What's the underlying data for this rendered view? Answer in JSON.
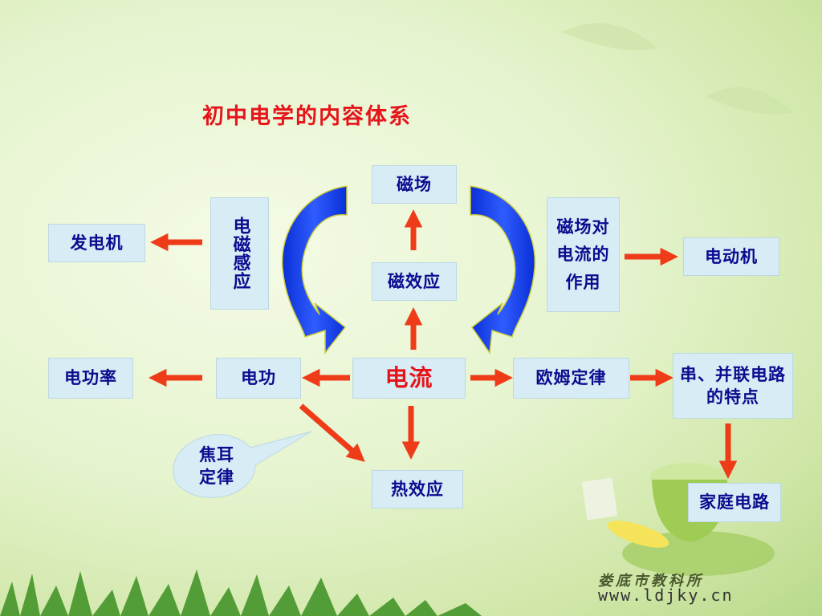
{
  "title": "初中电学的内容体系",
  "nodes": {
    "magnetic_field": "磁场",
    "magnetic_effect": "磁效应",
    "electromagnetic_induction": "电磁感应",
    "generator": "发电机",
    "field_on_current": "磁场对电流的作用",
    "motor": "电动机",
    "current": "电流",
    "work": "电功",
    "power": "电功率",
    "ohms_law": "欧姆定律",
    "series_parallel": "串、并联电路的特点",
    "household": "家庭电路",
    "heat_effect": "热效应",
    "joule_law": "焦耳定律"
  },
  "footer": {
    "logo": "娄底市教科所",
    "url": "www.ldjky.cn"
  },
  "colors": {
    "box_bg": "#d7ecf4",
    "box_text": "#0b0b8f",
    "arrow": "#ee3b18",
    "title": "#e6141a",
    "curve": "#0a2fd6"
  }
}
